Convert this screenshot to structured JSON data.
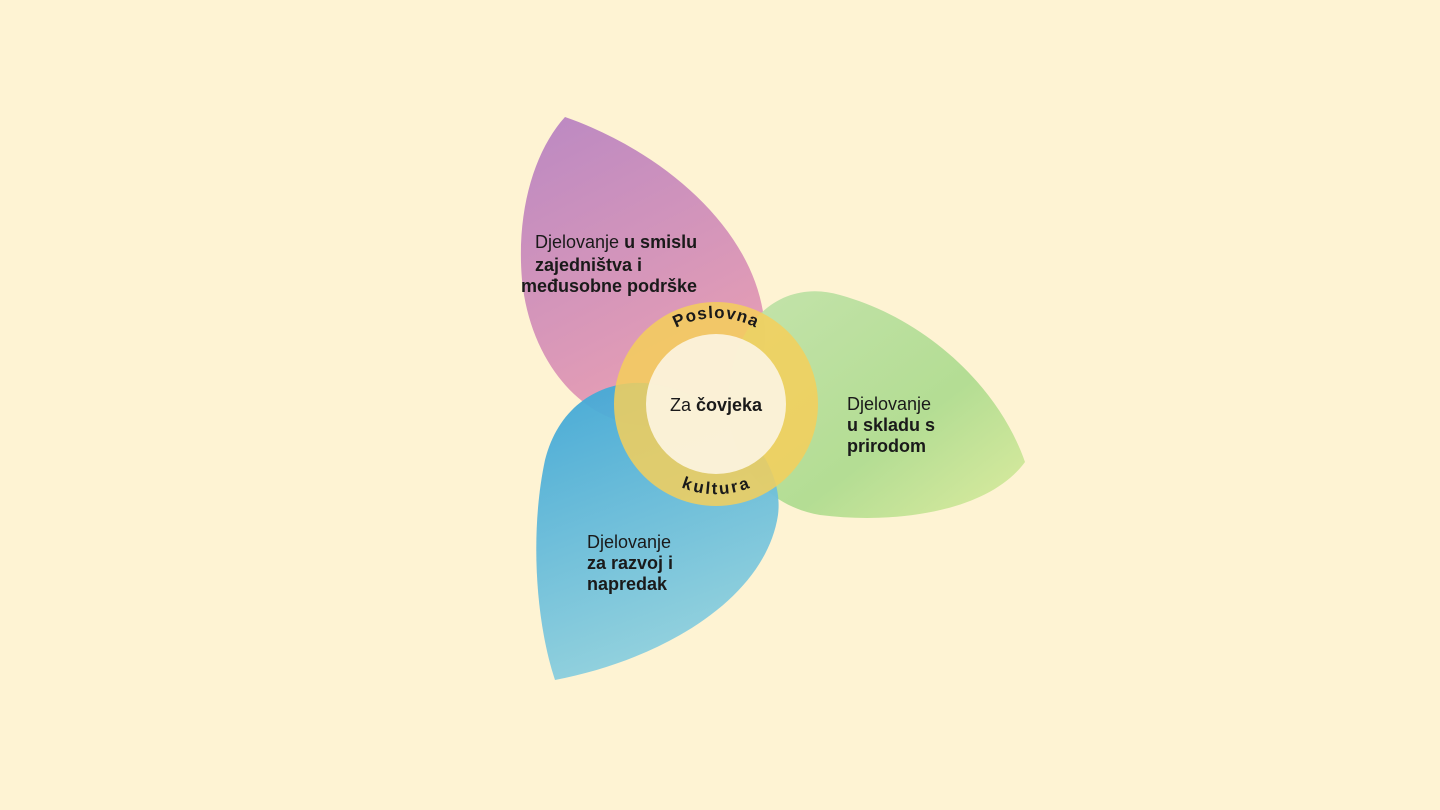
{
  "center": {
    "label_normal": "Za ",
    "label_bold": "čovjeka"
  },
  "ring": {
    "top": "Poslovna",
    "bottom": "kultura"
  },
  "petals": [
    {
      "name": "community",
      "color": "#C98BC4",
      "lines": [
        {
          "normal": "Djelovanje ",
          "bold": "u smislu"
        },
        {
          "normal": "",
          "bold": "zajedništva i"
        },
        {
          "normal": "",
          "bold": "međusobne podrške"
        }
      ]
    },
    {
      "name": "nature",
      "color": "#B6DC98",
      "lines": [
        {
          "normal": "Djelovanje",
          "bold": ""
        },
        {
          "normal": "",
          "bold": "u skladu s"
        },
        {
          "normal": "",
          "bold": "prirodom"
        }
      ]
    },
    {
      "name": "development",
      "color": "#52B3D6",
      "lines": [
        {
          "normal": "Djelovanje",
          "bold": ""
        },
        {
          "normal": "",
          "bold": "za razvoj i"
        },
        {
          "normal": "",
          "bold": "napredak"
        }
      ]
    }
  ],
  "colors": {
    "background": "#FEF3D3",
    "ring": "#F5CF5A",
    "inner": "#FBF2DC"
  }
}
